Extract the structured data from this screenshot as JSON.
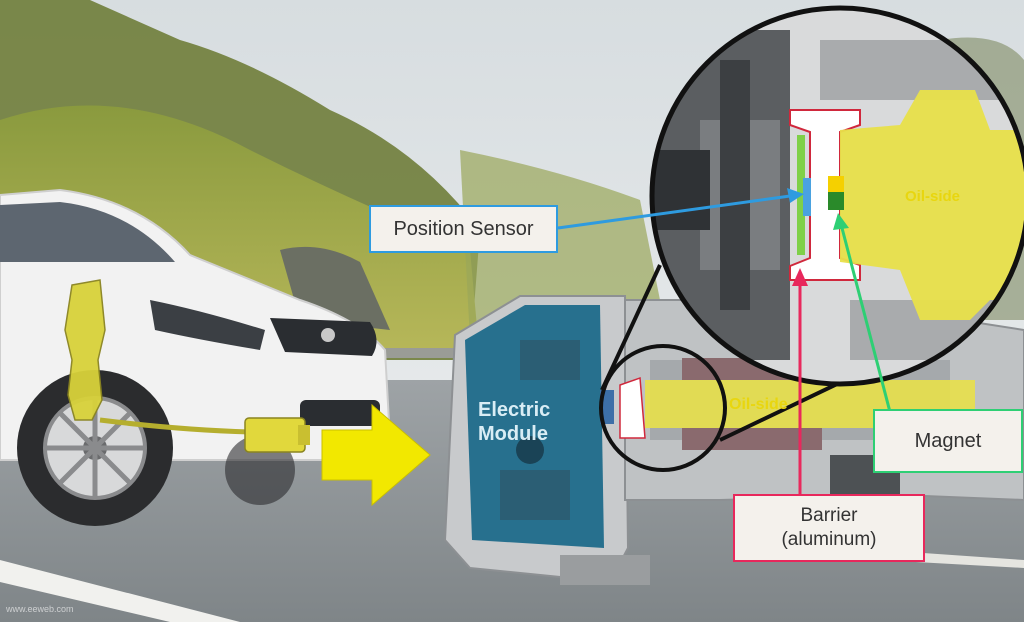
{
  "callouts": {
    "position_sensor": "Position Sensor",
    "magnet": "Magnet",
    "barrier_line1": "Barrier",
    "barrier_line2": "(aluminum)"
  },
  "module_label": {
    "line1": "Electric",
    "line2": "Module"
  },
  "oil_side_zoom": "Oil-side",
  "oil_side_main": "Oil-side",
  "watermark": "www.eeweb.com",
  "colors": {
    "position_sensor_arrow": "#2e9be0",
    "magnet_arrow": "#2ecf74",
    "barrier_arrow": "#e8285c",
    "flow_arrow": "#f2e800",
    "oil_side_parts": "#e8e04a",
    "electric_module": "#1f6a8a"
  }
}
